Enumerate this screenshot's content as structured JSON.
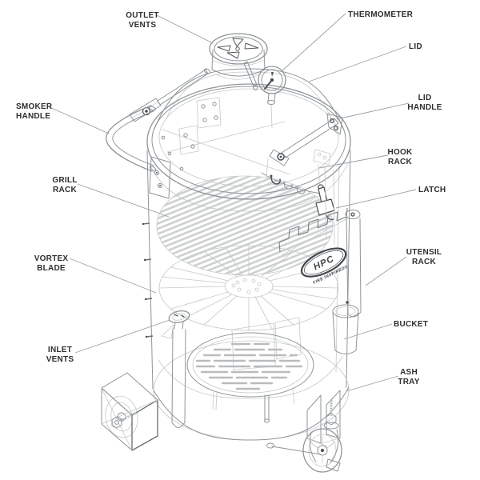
{
  "diagram": {
    "labels": {
      "outlet_vents": {
        "lines": [
          "OUTLET",
          "VENTS"
        ]
      },
      "thermometer": {
        "lines": [
          "THERMOMETER"
        ]
      },
      "lid": {
        "lines": [
          "LID"
        ]
      },
      "lid_handle": {
        "lines": [
          "LID",
          "HANDLE"
        ]
      },
      "smoker_handle": {
        "lines": [
          "SMOKER",
          "HANDLE"
        ]
      },
      "hook_rack": {
        "lines": [
          "HOOK",
          "RACK"
        ]
      },
      "grill_rack": {
        "lines": [
          "GRILL",
          "RACK"
        ]
      },
      "latch": {
        "lines": [
          "LATCH"
        ]
      },
      "vortex_blade": {
        "lines": [
          "VORTEX",
          "BLADE"
        ]
      },
      "utensil_rack": {
        "lines": [
          "UTENSIL",
          "RACK"
        ]
      },
      "inlet_vents": {
        "lines": [
          "INLET",
          "VENTS"
        ]
      },
      "bucket": {
        "lines": [
          "BUCKET"
        ]
      },
      "ash_tray": {
        "lines": [
          "ASH",
          "TRAY"
        ]
      }
    },
    "brand": {
      "logo_text": "HPC",
      "tagline": "FIRE INSPIRED®"
    },
    "colors": {
      "background": "#ffffff",
      "line": "#8f9498",
      "line_light": "#c7cacc",
      "line_dark": "#4a4e52",
      "label_text": "#2e2e2e"
    }
  }
}
